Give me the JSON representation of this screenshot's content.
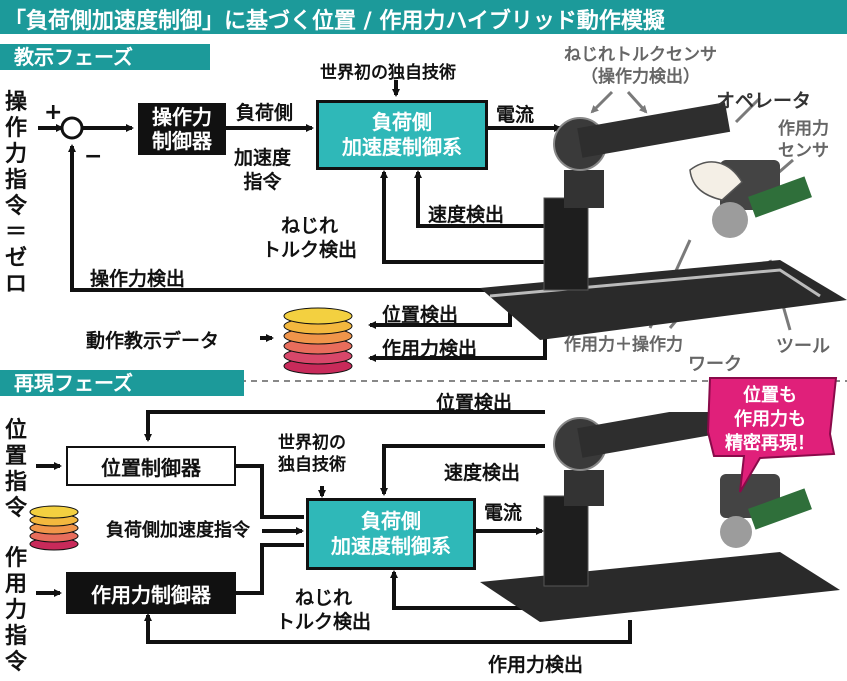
{
  "title": "「負荷側加速度制御」に基づく位置 / 作用力ハイブリッド動作模擬",
  "teach": {
    "phase_label": "教示フェーズ",
    "input_label": "操作力指令＝ゼロ",
    "plus": "+",
    "minus": "−",
    "controller": [
      "操作力",
      "制御器"
    ],
    "load_side": "負荷側",
    "accel_cmd": [
      "加速度",
      "指令"
    ],
    "world_first": "世界初の独自技術",
    "system": [
      "負荷側",
      "加速度制御系"
    ],
    "current": "電流",
    "speed_detect": "速度検出",
    "torsion_detect": [
      "ねじれ",
      "トルク検出"
    ],
    "force_detect": "操作力検出",
    "position_detect": "位置検出",
    "applied_force_detect": "作用力検出",
    "motion_data": "動作教示データ",
    "torsion_sensor": [
      "ねじれトルクセンサ",
      "（操作力検出）"
    ],
    "operator": "オペレータ",
    "force_sensor": [
      "作用力",
      "センサ"
    ],
    "tool": "ツール",
    "work": "ワーク",
    "sum_force": "作用力＋操作力"
  },
  "replay": {
    "phase_label": "再現フェーズ",
    "position_cmd": "位置指令",
    "force_cmd": "作用力指令",
    "position_ctrl": "位置制御器",
    "force_ctrl": "作用力制御器",
    "load_accel_cmd": "負荷側加速度指令",
    "world_first": [
      "世界初の",
      "独自技術"
    ],
    "system": [
      "負荷側",
      "加速度制御系"
    ],
    "position_detect": "位置検出",
    "speed_detect": "速度検出",
    "current": "電流",
    "torsion_detect": [
      "ねじれ",
      "トルク検出"
    ],
    "applied_force_detect": "作用力検出",
    "callout": [
      "位置も",
      "作用力も",
      "精密再現！"
    ]
  },
  "colors": {
    "teal": "#1c9a9a",
    "teal_block": "#2fb8b8",
    "magenta": "#e0207a",
    "disk_top": "#f3d040",
    "disk_bottom": "#c82a5a"
  }
}
